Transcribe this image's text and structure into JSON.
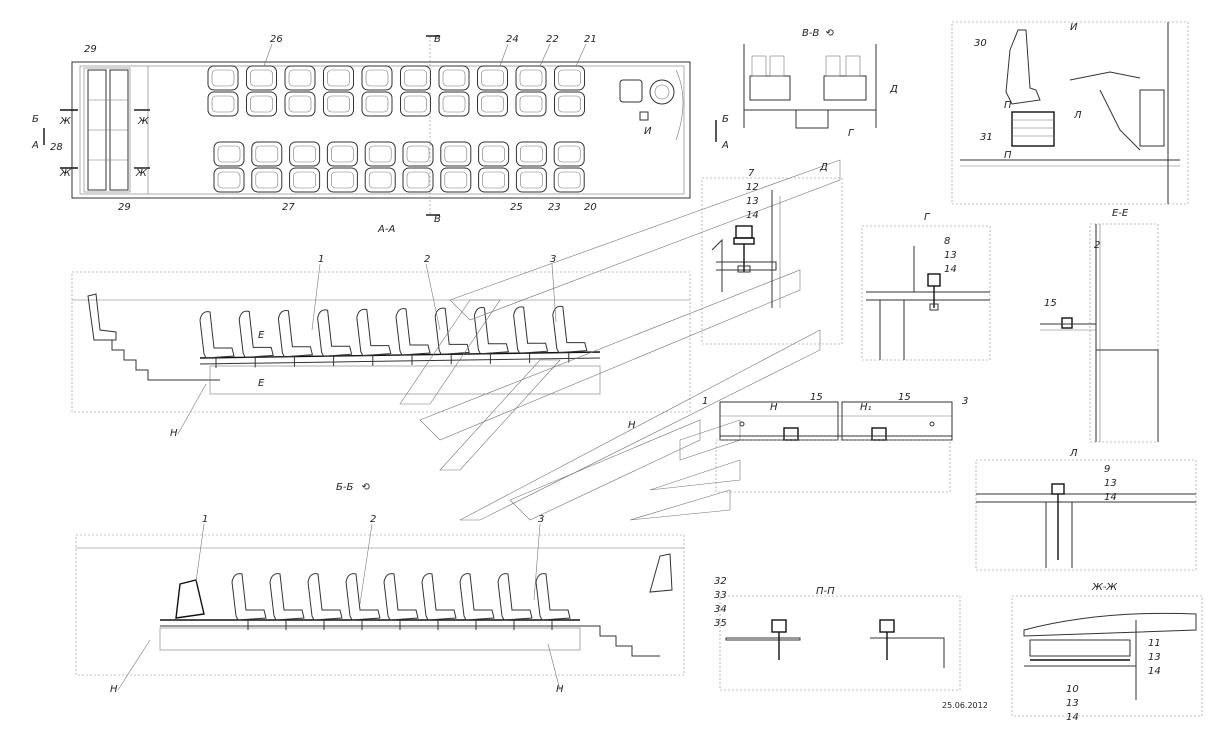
{
  "views": {
    "plan": {
      "title": "А-А"
    },
    "side": {
      "title": "Б-Б"
    },
    "section_v": {
      "title": "В-В"
    },
    "detail_d": {
      "title": "Д"
    },
    "detail_g": {
      "title": "Г"
    },
    "detail_e": {
      "title": "Е-Е"
    },
    "detail_i": {
      "title": "И"
    },
    "detail_n": {
      "title": "Н"
    },
    "detail_n1": {
      "title": "Н₁"
    },
    "detail_l": {
      "title": "Л"
    },
    "detail_p": {
      "title": "П-П"
    },
    "detail_zh": {
      "title": "Ж-Ж"
    }
  },
  "rotate_symbol": "⟲",
  "section_marks": {
    "a": "А",
    "b": "Б",
    "v": "В",
    "zh": "Ж",
    "g": "Г",
    "d": "Д",
    "e": "Е",
    "i": "И",
    "l": "Л",
    "n": "Н",
    "p": "П"
  },
  "callouts": {
    "c1": "1",
    "c2": "2",
    "c3": "3",
    "c7": "7",
    "c8": "8",
    "c9": "9",
    "c10": "10",
    "c11": "11",
    "c12": "12",
    "c13": "13",
    "c14": "14",
    "c15": "15",
    "c20": "20",
    "c21": "21",
    "c22": "22",
    "c23": "23",
    "c24": "24",
    "c25": "25",
    "c26": "26",
    "c27": "27",
    "c28": "28",
    "c29": "29",
    "c30": "30",
    "c31": "31",
    "c32": "32",
    "c33": "33",
    "c34": "34",
    "c35": "35"
  },
  "date": "25.06.2012"
}
